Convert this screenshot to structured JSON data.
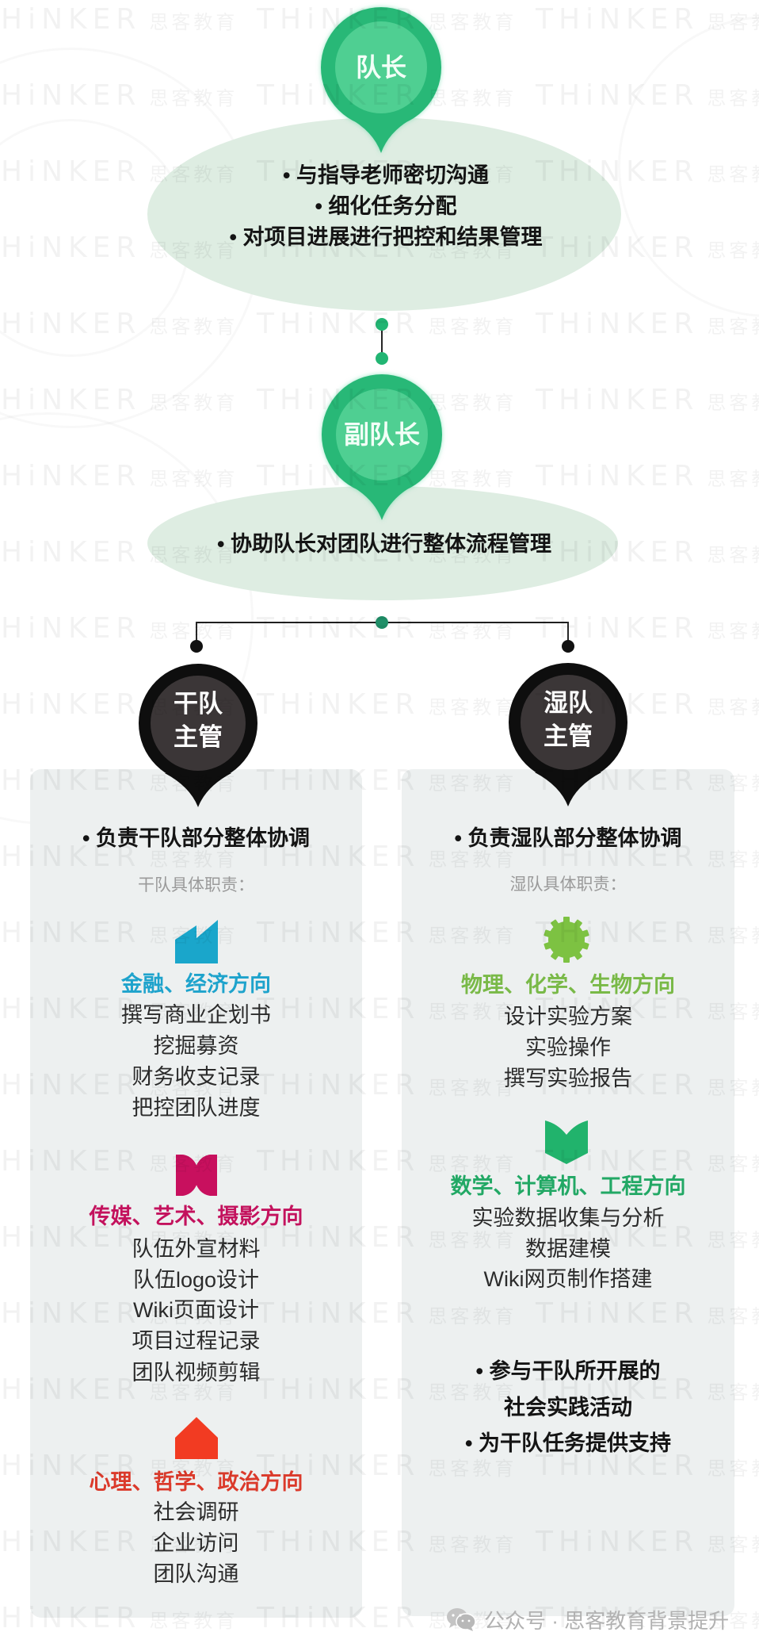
{
  "colors": {
    "pin_green_outer": "#28b877",
    "pin_green_inner": "#4fcf92",
    "pin_black_outer": "#0e0e0e",
    "pin_black_inner": "#3b3637",
    "ellipse_fill": "#deede2",
    "connector_dot_green": "#22b573",
    "branch_dot_teal": "#1f8f68",
    "branch_dot_black": "#111111",
    "finance": "#1ea3cc",
    "media": "#c3125d",
    "humanities": "#db3a2b",
    "science": "#79b947",
    "engineering": "#22a865",
    "icon_factory": "#1aa6cb",
    "icon_bowtie": "#c8105e",
    "icon_house": "#f23b22",
    "icon_gear": "#7dc242",
    "icon_book": "#21b36c"
  },
  "captain": {
    "label": "队长",
    "duties": [
      "• 与指导老师密切沟通",
      "• 细化任务分配",
      "• 对项目进展进行把控和结果管理"
    ]
  },
  "vice_captain": {
    "label": "副队长",
    "duties": [
      "• 协助队长对团队进行整体流程管理"
    ]
  },
  "dry_lead": {
    "label_line1": "干队",
    "label_line2": "主管",
    "summary": "• 负责干队部分整体协调",
    "subheading": "干队具体职责：",
    "directions": [
      {
        "icon": "factory-icon",
        "title": "金融、经济方向",
        "items": [
          "撰写商业企划书",
          "挖掘募资",
          "财务收支记录",
          "把控团队进度"
        ]
      },
      {
        "icon": "bowtie-icon",
        "title": "传媒、艺术、摄影方向",
        "items": [
          "队伍外宣材料",
          "队伍logo设计",
          "Wiki页面设计",
          "项目过程记录",
          "团队视频剪辑"
        ]
      },
      {
        "icon": "house-icon",
        "title": "心理、哲学、政治方向",
        "items": [
          "社会调研",
          "企业访问",
          "团队沟通"
        ]
      }
    ]
  },
  "wet_lead": {
    "label_line1": "湿队",
    "label_line2": "主管",
    "summary": "• 负责湿队部分整体协调",
    "subheading": "湿队具体职责：",
    "directions": [
      {
        "icon": "gear-icon",
        "title": "物理、化学、生物方向",
        "items": [
          "设计实验方案",
          "实验操作",
          "撰写实验报告"
        ]
      },
      {
        "icon": "book-icon",
        "title": "数学、计算机、工程方向",
        "items": [
          "实验数据收集与分析",
          "数据建模",
          "Wiki网页制作搭建"
        ]
      }
    ],
    "extra_lines": [
      "• 参与干队所开展的",
      "社会实践活动",
      "• 为干队任务提供支持"
    ]
  },
  "footer": {
    "icon": "wechat-icon",
    "source": "公众号 · 思客教育背景提升"
  },
  "watermark": {
    "brand": "THiNKER",
    "cn": "思客教育"
  }
}
